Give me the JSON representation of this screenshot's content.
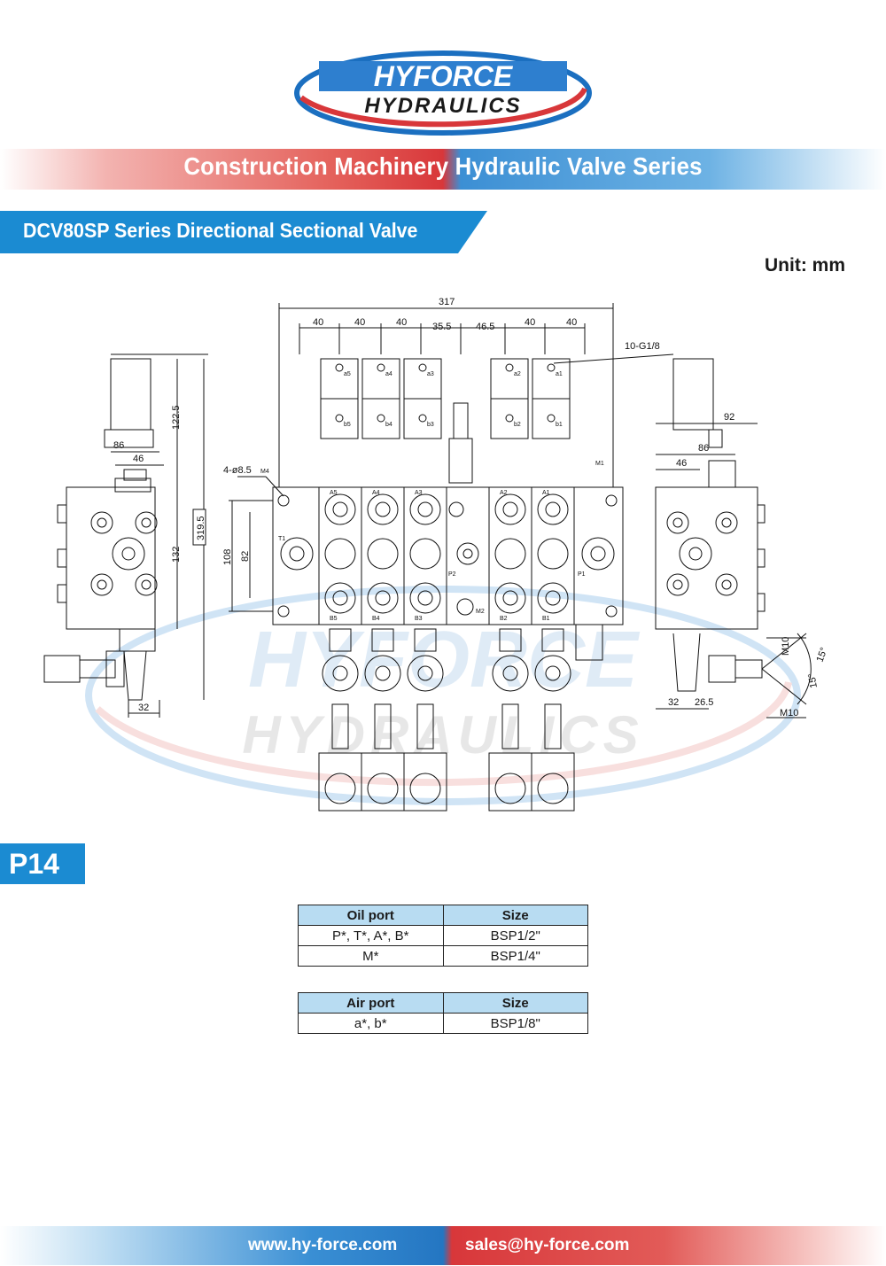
{
  "logo": {
    "line1": "HYFORCE",
    "line2": "HYDRAULICS"
  },
  "series_title": "Construction Machinery Hydraulic Valve Series",
  "product_title": "DCV80SP Series Directional Sectional Valve",
  "unit_label": "Unit: mm",
  "drawing": {
    "dims": {
      "overall_width": "317",
      "pitch1": "40",
      "pitch2": "40",
      "pitch3": "40",
      "pitch4": "35.5",
      "pitch5": "46.5",
      "pitch6": "40",
      "pitch7": "40",
      "air_ports": "10-G1/8",
      "mount_holes": "4-ø8.5",
      "h108": "108",
      "h82": "82",
      "left_86": "86",
      "left_46": "46",
      "left_122_5": "122.5",
      "left_132": "132",
      "left_319_5": "319.5",
      "left_32": "32",
      "right_92": "92",
      "right_86": "86",
      "right_46": "46",
      "right_32": "32",
      "right_26_5": "26.5",
      "m10_top": "M10",
      "m10_bottom": "M10",
      "angle_top": "15°",
      "angle_bottom": "15°"
    },
    "ports": {
      "a5": "a5",
      "a4": "a4",
      "a3": "a3",
      "a2": "a2",
      "a1": "a1",
      "b5": "b5",
      "b4": "b4",
      "b3": "b3",
      "b2": "b2",
      "b1": "b1",
      "A5": "A5",
      "A4": "A4",
      "A3": "A3",
      "A2": "A2",
      "A1": "A1",
      "B5": "B5",
      "B4": "B4",
      "B3": "B3",
      "B2": "B2",
      "B1": "B1",
      "P1": "P1",
      "P2": "P2",
      "T1": "T1",
      "M1": "M1",
      "M2": "M2",
      "M4": "M4"
    }
  },
  "watermark": {
    "line1": "HYFORCE",
    "line2": "HYDRAULICS"
  },
  "page_badge": "P14",
  "oil_table": {
    "headers": [
      "Oil port",
      "Size"
    ],
    "rows": [
      [
        "P*, T*, A*, B*",
        "BSP1/2\""
      ],
      [
        "M*",
        "BSP1/4\""
      ]
    ]
  },
  "air_table": {
    "headers": [
      "Air port",
      "Size"
    ],
    "rows": [
      [
        "a*, b*",
        "BSP1/8\""
      ]
    ]
  },
  "footer": {
    "website": "www.hy-force.com",
    "email": "sales@hy-force.com"
  },
  "colors": {
    "brand_blue": "#1b8bd2",
    "brand_red": "#d8373a",
    "table_header": "#b8dcf2"
  }
}
